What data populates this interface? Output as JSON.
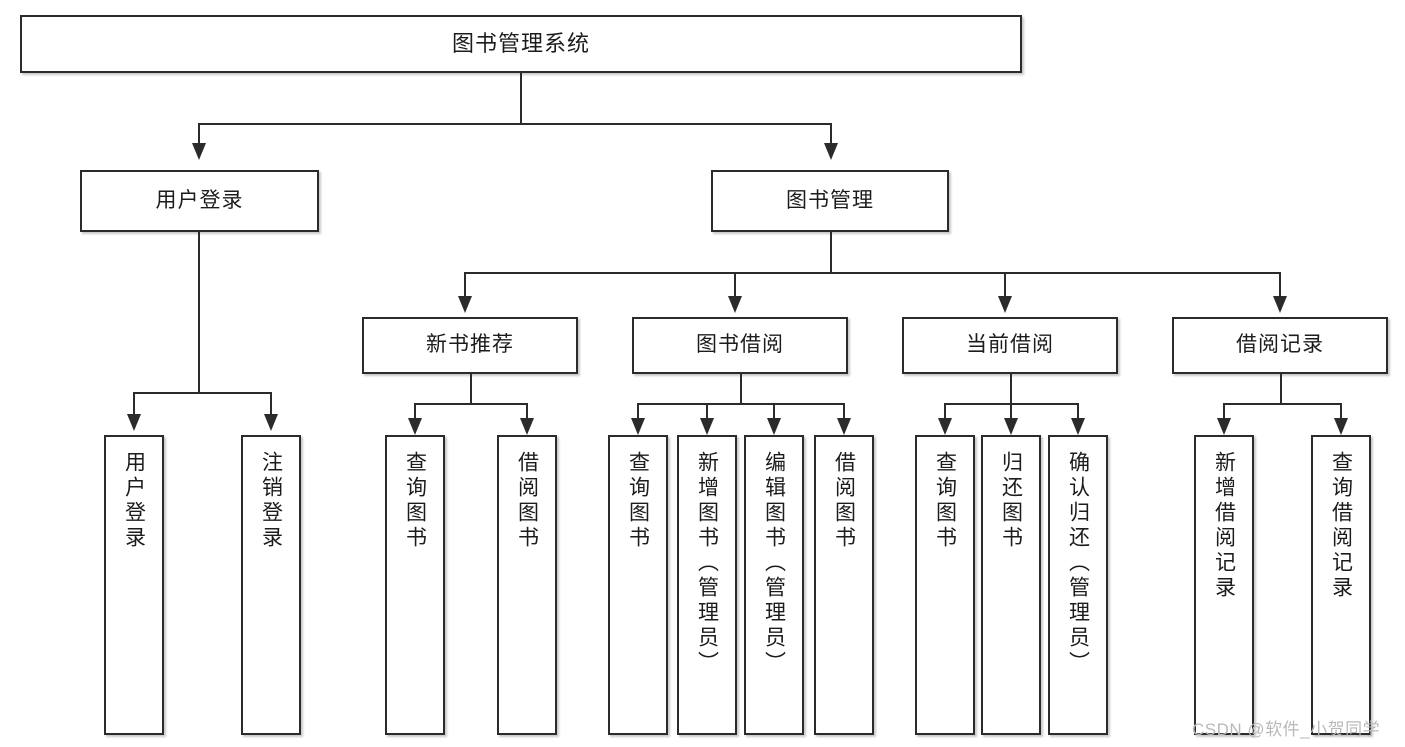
{
  "diagram": {
    "title": "图书管理系统",
    "type": "tree-hierarchy-flowchart",
    "colors": {
      "box_border": "#2b2b2b",
      "box_fill": "#ffffff",
      "connector": "#2b2b2b",
      "text": "#1c1c1c",
      "watermark": "#b9b9b9",
      "background": "#ffffff"
    },
    "root": {
      "label": "图书管理系统"
    },
    "level2": [
      {
        "label": "用户登录"
      },
      {
        "label": "图书管理"
      }
    ],
    "level3": [
      {
        "label": "新书推荐"
      },
      {
        "label": "图书借阅"
      },
      {
        "label": "当前借阅"
      },
      {
        "label": "借阅记录"
      }
    ],
    "leaves": {
      "user_login": [
        {
          "label": "用户登录"
        },
        {
          "label": "注销登录"
        }
      ],
      "new_book_recommend": [
        {
          "label": "查询图书"
        },
        {
          "label": "借阅图书"
        }
      ],
      "book_borrow": [
        {
          "label": "查询图书"
        },
        {
          "label": "新增图书（管理员）"
        },
        {
          "label": "编辑图书（管理员）"
        },
        {
          "label": "借阅图书"
        }
      ],
      "current_borrow": [
        {
          "label": "查询图书"
        },
        {
          "label": "归还图书"
        },
        {
          "label": "确认归还（管理员）"
        }
      ],
      "borrow_record": [
        {
          "label": "新增借阅记录"
        },
        {
          "label": "查询借阅记录"
        }
      ]
    }
  },
  "watermark": {
    "text": "CSDN @软件_小贺同学"
  }
}
